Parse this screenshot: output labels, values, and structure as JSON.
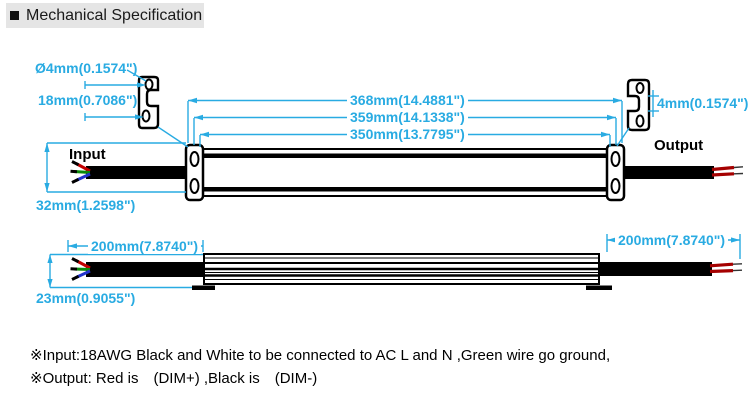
{
  "title": {
    "text": "Mechanical Specification"
  },
  "colors": {
    "dimension_blue": "#29ABE2",
    "outline_black": "#000000",
    "wire_red": "#c40000",
    "wire_green": "#0a8a0a",
    "wire_blue": "#2233cc",
    "title_background": "#e5e5e5"
  },
  "top_view": {
    "input_label": "Input",
    "output_label": "Output",
    "dims": {
      "hole": "Ø4mm(0.1574\")",
      "hole_pitch": "18mm(0.7086\")",
      "slot": "4mm(0.1574\")",
      "length_overall": "368mm(14.4881\")",
      "length_mounting": "359mm(14.1338\")",
      "length_body": "350mm(13.7795\")",
      "width": "32mm(1.2598\")"
    }
  },
  "side_view": {
    "dims": {
      "input_cable": "200mm(7.8740\")",
      "output_cable": "200mm(7.8740\")",
      "height": "23mm(0.9055\")"
    }
  },
  "notes": [
    "※Input:18AWG Black and White to be connected to AC L and N ,Green wire go ground,",
    "※Output: Red is　(DIM+) ,Black is　(DIM-)"
  ]
}
